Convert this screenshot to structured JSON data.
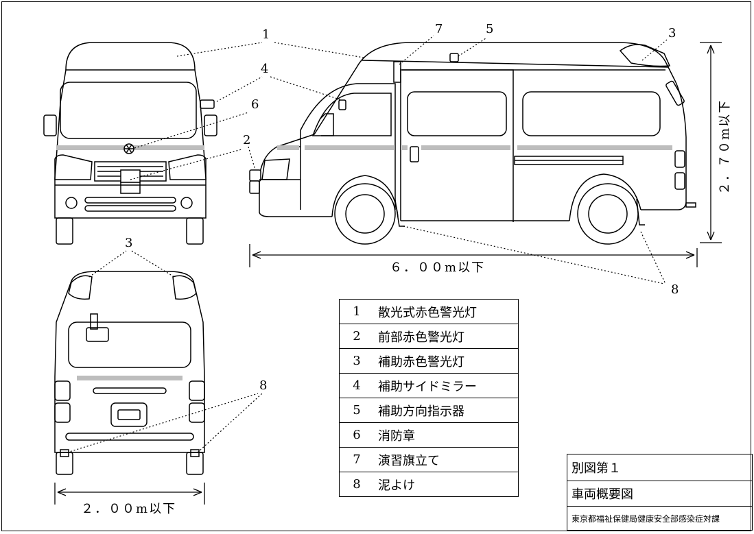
{
  "callouts": {
    "c1": "1",
    "c2": "2",
    "c3_side": "3",
    "c3_rear": "3",
    "c4": "4",
    "c5": "5",
    "c6": "6",
    "c7": "7",
    "c8_side": "8",
    "c8_rear": "8"
  },
  "dimensions": {
    "side_length": "６．００m以下",
    "height": "２．７０m以下",
    "rear_width": "２．００m以下"
  },
  "legend": [
    {
      "num": "1",
      "label": "散光式赤色警光灯"
    },
    {
      "num": "2",
      "label": "前部赤色警光灯"
    },
    {
      "num": "3",
      "label": "補助赤色警光灯"
    },
    {
      "num": "4",
      "label": "補助サイドミラー"
    },
    {
      "num": "5",
      "label": "補助方向指示器"
    },
    {
      "num": "6",
      "label": "消防章"
    },
    {
      "num": "7",
      "label": "演習旗立て"
    },
    {
      "num": "8",
      "label": "泥よけ"
    }
  ],
  "title_block": {
    "figure_no": "別図第１",
    "title": "車両概要図",
    "department": "東京都福祉保健局健康安全部感染症対課"
  },
  "colors": {
    "stripe": "#bdbdbd",
    "line": "#000000"
  }
}
